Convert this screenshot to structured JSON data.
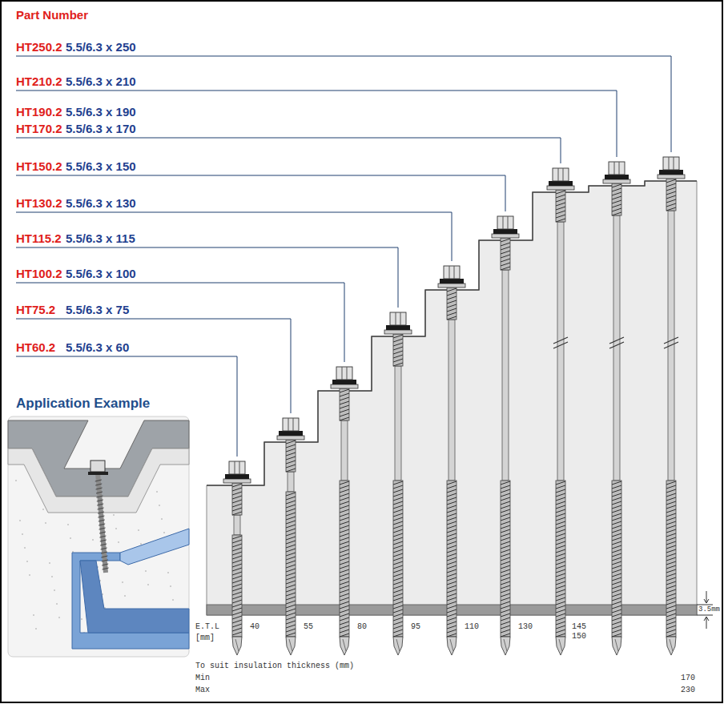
{
  "diagram": {
    "title": "Part Number",
    "labels": [
      "HT250.2",
      "5.5/6.3 x 250",
      "HT210.2",
      "5.5/6.3 x 210",
      "HT190.2",
      "5.5/6.3 x 190",
      "HT170.2",
      "5.5/6.3 x 170",
      "HT150.2",
      "5.5/6.3 x 150",
      "HT130.2",
      "5.5/6.3 x 130",
      "HT115.2",
      "5.5/6.3 x 115",
      "HT100.2",
      "5.5/6.3 x 100",
      "HT75.2",
      "5.5/6.3 x 75",
      "HT60.2",
      "5.5/6.3 x 60",
      "Application Example",
      "E.T.L",
      "[mm]",
      "40",
      "55",
      "80",
      "95",
      "110",
      "130",
      "145",
      "150",
      "3.5mm",
      "To suit insulation thickness (mm)",
      "Min",
      "Max",
      "170",
      "230"
    ]
  }
}
